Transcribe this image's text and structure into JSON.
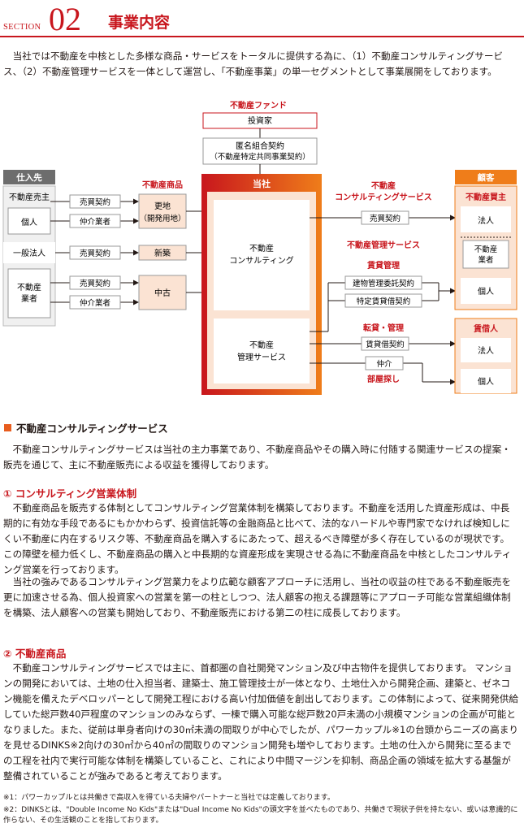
{
  "header": {
    "section_word": "SECTION",
    "section_num": "02",
    "title": "事業内容"
  },
  "intro": "　当社では不動産を中核とした多様な商品・サービスをトータルに提供する為に、（1）不動産コンサルティングサービス、（2）不動産管理サービスを一体として運営し、「不動産事業」の単一セグメントとして事業展開をしております。",
  "diagram": {
    "fund_label": "不動産ファンド",
    "investor": "投資家",
    "tk_line1": "匿名組合契約",
    "tk_line2": "（不動産特定共同事業契約）",
    "supplier_header": "仕入先",
    "seller_label": "不動産売主",
    "individual": "個人",
    "general_corp": "一般法人",
    "agent_line1": "不動産",
    "agent_line2": "業者",
    "sale_contract": "売買契約",
    "broker": "仲介業者",
    "products_label": "不動産商品",
    "land_line1": "更地",
    "land_line2": "（開発用地）",
    "new_build": "新築",
    "used": "中古",
    "company_header": "当社",
    "consult_line1": "不動産",
    "consult_line2": "コンサルティング",
    "mgmt_line1": "不動産",
    "mgmt_line2": "管理サービス",
    "consult_service_line1": "不動産",
    "consult_service_line2": "コンサルティングサービス",
    "mgmt_service": "不動産管理サービス",
    "rent_mgmt": "賃貸管理",
    "bldg_contract": "建物管理委託契約",
    "lease_contract": "特定賃貸借契約",
    "sublease": "転貸・管理",
    "rental_contract": "賃貸借契約",
    "brokerage": "仲介",
    "room_search": "部屋探し",
    "customer_header": "顧客",
    "buyer_label": "不動産買主",
    "corporation": "法人",
    "tenant_label": "賃借人"
  },
  "consulting": {
    "heading": "不動産コンサルティングサービス",
    "para": "　不動産コンサルティングサービスは当社の主力事業であり、不動産商品やその購入時に付随する関連サービスの提案・販売を通じて、主に不動産販売による収益を獲得しております。"
  },
  "sales_system": {
    "heading": "① コンサルティング営業体制",
    "para1": "　不動産商品を販売する体制としてコンサルティング営業体制を構築しております。不動産を活用した資産形成は、中長期的に有効な手段であるにもかかわらず、投資信託等の金融商品と比べて、法的なハードルや専門家でなければ検知しにくい不動産に内在するリスク等、不動産商品を購入するにあたって、超えるべき障壁が多く存在しているのが現状です。この障壁を極力低くし、不動産商品の購入と中長期的な資産形成を実現させる為に不動産商品を中核としたコンサルティング営業を行っております。",
    "para2": "　当社の強みであるコンサルティング営業力をより広範な顧客アプローチに活用し、当社の収益の柱である不動産販売を更に加速させる為、個人投資家への営業を第一の柱としつつ、法人顧客の抱える課題等にアプローチ可能な営業組織体制を構築、法人顧客への営業も開始しており、不動産販売における第二の柱に成長しております。"
  },
  "products": {
    "heading": "② 不動産商品",
    "para": "　不動産コンサルティングサービスでは主に、首都圏の自社開発マンション及び中古物件を提供しております。 マンションの開発においては、土地の仕入担当者、建築士、施工管理技士が一体となり、土地仕入から開発企画、建築と、ゼネコン機能を備えたデベロッパーとして開発工程における高い付加価値を創出しております。この体制によって、従来開発供給していた総戸数40戸程度のマンションのみならず、一棟で購入可能な総戸数20戸未満の小規模マンションの企画が可能となりました。また、従前は単身者向けの30㎡未満の間取りが中心でしたが、パワーカップル※1の台頭からニーズの高まりを見せるDINKS※2向けの30㎡から40㎡の間取りのマンション開発も増やしております。土地の仕入から開発に至るまでの工程を社内で実行可能な体制を構築していること、これにより中間マージンを抑制、商品企画の領域を拡大する基盤が整備されていることが強みであると考えております。"
  },
  "footnotes": {
    "fn1": "※1：パワーカップルとは共働きで高収入を得ている夫婦やパートナーと当社では定義しております。",
    "fn2": "※2：DINKSとは、\"Double Income No Kids\"または\"Dual Income No Kids\"の頭文字を並べたものであり、共働きで現状子供を持たない、或いは意識的に作らない、その生活観のことを指しております。"
  },
  "colors": {
    "accent_red": "#c8161d",
    "accent_orange": "#e85d1e",
    "light_orange": "#fbe3d3",
    "gray_header": "#6d6d6d"
  }
}
